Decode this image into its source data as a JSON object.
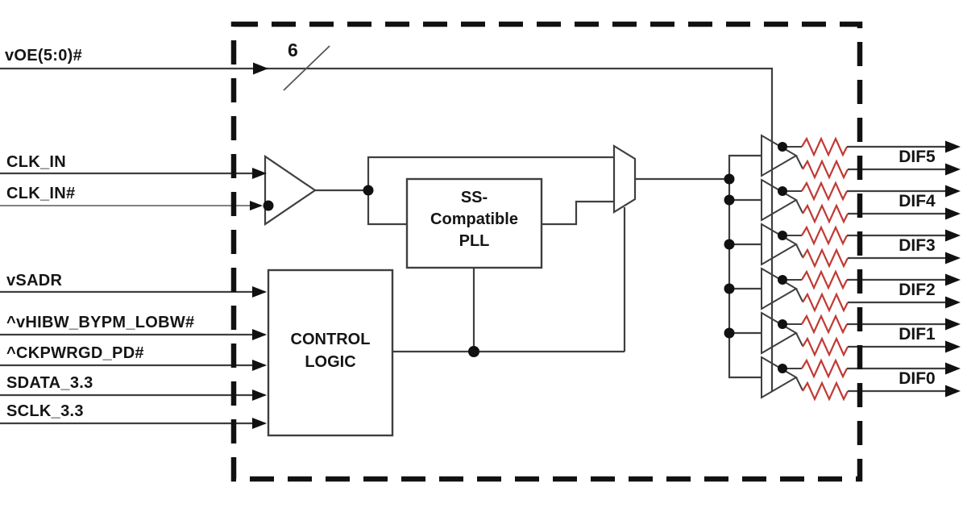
{
  "signals": {
    "bus": {
      "label": "vOE(5:0)#",
      "width": "6"
    },
    "inputs": [
      {
        "label": "CLK_IN"
      },
      {
        "label": "CLK_IN#"
      },
      {
        "label": "vSADR"
      },
      {
        "label": "^vHIBW_BYPM_LOBW#"
      },
      {
        "label": "^CKPWRGD_PD#"
      },
      {
        "label": "SDATA_3.3"
      },
      {
        "label": "SCLK_3.3"
      }
    ],
    "outputs": [
      {
        "label": "DIF5"
      },
      {
        "label": "DIF4"
      },
      {
        "label": "DIF3"
      },
      {
        "label": "DIF2"
      },
      {
        "label": "DIF1"
      },
      {
        "label": "DIF0"
      }
    ]
  },
  "blocks": {
    "pll": {
      "line1": "SS-",
      "line2": "Compatible",
      "line3": "PLL"
    },
    "control": {
      "line1": "CONTROL",
      "line2": "LOGIC"
    }
  },
  "colors": {
    "wire": "#3f3f3f",
    "resistor": "#c13a34",
    "border": "#111111",
    "text": "#151515",
    "graywire": "#828282"
  }
}
